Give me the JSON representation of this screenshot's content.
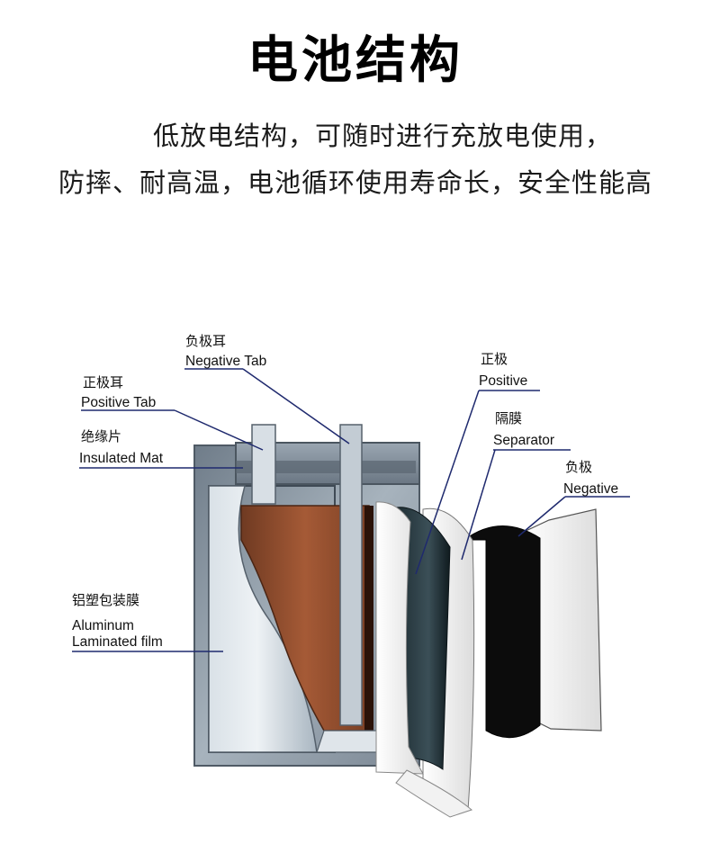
{
  "title": "电池结构",
  "subtitle": {
    "line1": "低放电结构，可随时进行充放电使用，",
    "line2": "防摔、耐高温，电池循环使用寿命长，安全性能高"
  },
  "labels": {
    "negative_tab": {
      "cn": "负极耳",
      "en": "Negative Tab"
    },
    "positive_tab": {
      "cn": "正极耳",
      "en": "Positive Tab"
    },
    "insulated_mat": {
      "cn": "绝缘片",
      "en": "Insulated Mat"
    },
    "aluminum_film": {
      "cn": "铝塑包装膜",
      "en_line1": "Aluminum",
      "en_line2": "Laminated film"
    },
    "positive": {
      "cn": "正极",
      "en": "Positive"
    },
    "separator": {
      "cn": "隔膜",
      "en": "Separator"
    },
    "negative": {
      "cn": "负极",
      "en": "Negative"
    }
  },
  "colors": {
    "casing": "#8f9ba6",
    "inner_shell": "#b9c5cf",
    "electrode_copper": "#8c4a2c",
    "leader_line": "#1f2a6e"
  }
}
